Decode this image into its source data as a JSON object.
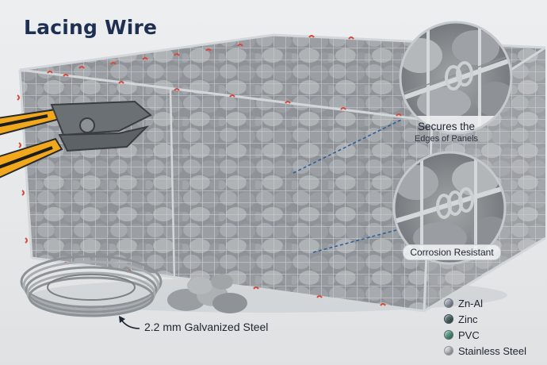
{
  "title": "Lacing Wire",
  "callouts": {
    "edges": {
      "line1": "Secures the",
      "line2": "Edges of Panels"
    },
    "corrosion": {
      "label": "Corrosion Resistant"
    }
  },
  "wire_spec": "2.2 mm Galvanized Steel",
  "legend": [
    {
      "label": "Zn-Al",
      "color": "#9aa3b0"
    },
    {
      "label": "Zinc",
      "color": "#4e6a6c"
    },
    {
      "label": "PVC",
      "color": "#5d9a88"
    },
    {
      "label": "Stainless Steel",
      "color": "#c4c7cc"
    }
  ],
  "colors": {
    "title": "#1f2f52",
    "lacing_tie": "#d9483b",
    "dashed_leader": "#2f5f9a",
    "mesh_wire": "#a9adb3",
    "plier_handle": "#f2a81d"
  },
  "icons": {
    "arrow": "curved-arrow-icon"
  }
}
